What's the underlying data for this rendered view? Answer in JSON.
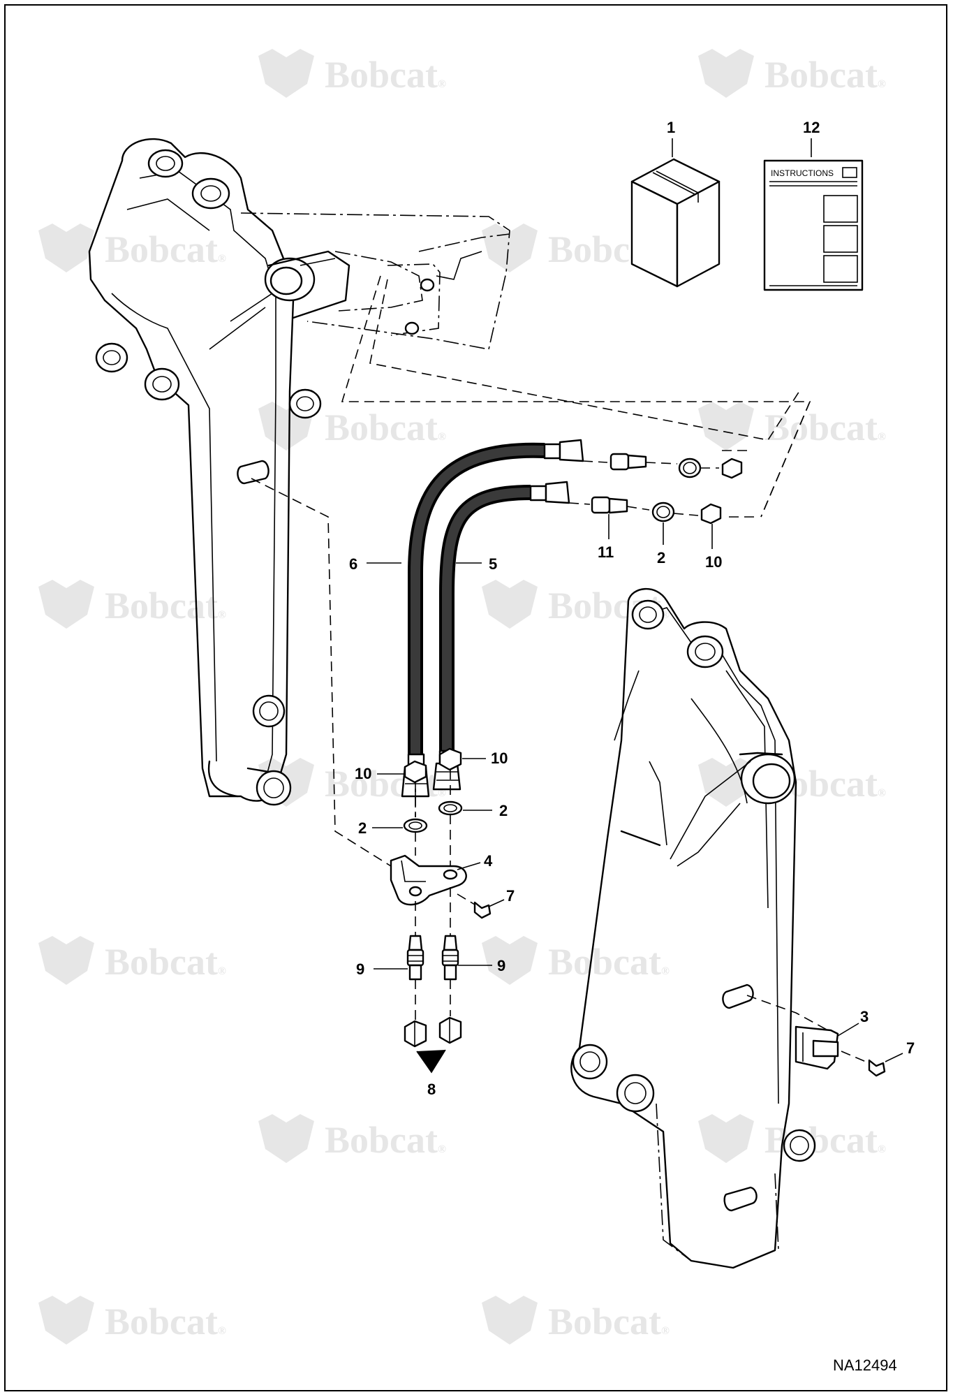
{
  "watermark": {
    "brand": "Bobcat",
    "mark": "®"
  },
  "reference_code": "NA12494",
  "kit": {
    "instructions_label": "INSTRUCTIONS"
  },
  "callouts": {
    "c1": "1",
    "c12": "12",
    "c6": "6",
    "c5": "5",
    "c11": "11",
    "c2a": "2",
    "c10a": "10",
    "c10b": "10",
    "c10c": "10",
    "c2b": "2",
    "c2c": "2",
    "c4": "4",
    "c7a": "7",
    "c9a": "9",
    "c9b": "9",
    "c8": "8",
    "c3": "3",
    "c7b": "7"
  }
}
